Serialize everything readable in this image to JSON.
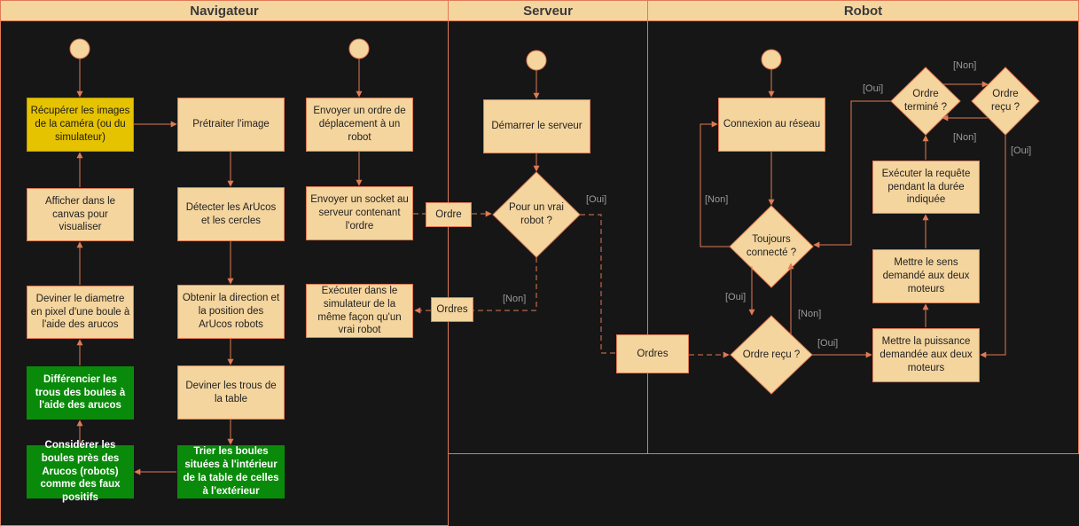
{
  "lanes": {
    "navigateur": "Navigateur",
    "serveur": "Serveur",
    "robot": "Robot"
  },
  "colors": {
    "background": "#161616",
    "header": "#f5d59e",
    "node_fill": "#f5d59e",
    "edge": "#e07a55",
    "highlight_yellow": "#e6c300",
    "highlight_green": "#0a8a0a"
  },
  "navigateur": {
    "recuperer": "Récupérer les images de la caméra (ou du simulateur)",
    "afficher": "Afficher dans le canvas pour visualiser",
    "deviner_diametre": "Deviner le diametre en pixel d'une boule à l'aide des arucos",
    "differencier": "Différencier les trous des boules à l'aide des arucos",
    "considerer": "Considérer les boules près des Arucos (robots) comme des faux positifs",
    "pretraiter": "Prétraiter l'image",
    "detecter": "Détecter les ArUcos et les cercles",
    "obtenir": "Obtenir la direction et la position des ArUcos robots",
    "deviner_trous": "Deviner les trous de la table",
    "trier": "Trier les boules situées à l'intérieur de la table de celles à l'extérieur",
    "envoyer_ordre": "Envoyer un ordre de déplacement à un robot",
    "envoyer_socket": "Envoyer un socket au serveur contenant l'ordre",
    "executer_sim": "Exécuter dans le simulateur de la même façon qu'un vrai robot"
  },
  "serveur": {
    "demarrer": "Démarrer le serveur",
    "vrai_robot": "Pour un vrai robot ?",
    "ordre_msg": "Ordre",
    "ordres_msg": "Ordres",
    "ordres_robot_msg": "Ordres"
  },
  "robot": {
    "connexion": "Connexion au réseau",
    "toujours": "Toujours connecté ?",
    "ordre_recu": "Ordre reçu ?",
    "ordre_recu_top": "Ordre reçu ?",
    "ordre_termine": "Ordre terminé ?",
    "executer_requete": "Exécuter la requête pendant la durée indiquée",
    "mettre_sens": "Mettre le sens demandé aux deux moteurs",
    "mettre_puissance": "Mettre la puissance demandée aux deux moteurs"
  },
  "edge_labels": {
    "oui_vrai_robot": "[Oui]",
    "non_vrai_robot": "[Non]",
    "non_toujours": "[Non]",
    "oui_toujours": "[Oui]",
    "non_ordre_recu": "[Non]",
    "oui_ordre_recu": "[Oui]",
    "oui_termine": "[Oui]",
    "non_termine": "[Non]",
    "non_recu_top": "[Non]",
    "oui_recu_top": "[Oui]"
  }
}
